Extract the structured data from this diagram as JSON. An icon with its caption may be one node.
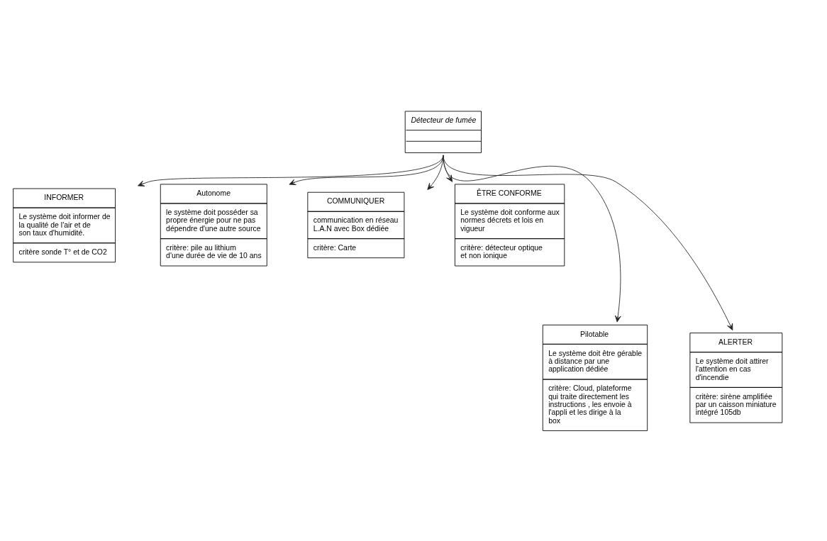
{
  "diagram": {
    "nodes": [
      {
        "text": [
          "Détecteur de fumée"
        ]
      },
      {
        "text": [
          "INFORMER",
          "Le système doit informer de la qualité de l'air et de son taux d'humidité.",
          "critère sonde T° et de CO2"
        ]
      },
      {
        "text": [
          "Autonome",
          "le système doit posséder sa propre énergie pour ne pas dépendre d'une autre source",
          "critère: pile au lithium d'une durée de vie de 10 ans"
        ]
      },
      {
        "text": [
          "COMMUNIQUER",
          "communication en réseau L.A.N avec Box dédiée",
          "critère: Carte"
        ]
      },
      {
        "text": [
          "ÊTRE CONFORME",
          "Le système doit conforme aux normes décrets et lois en vigueur",
          "critère: détecteur optique et non ionique"
        ]
      },
      {
        "text": [
          "Pilotable",
          "Le système doit être gérable à distance par une application dédiée",
          "critère: Cloud, plateforme qui traite directement les instructions , les envoie à l'appli et les dirige à la box"
        ]
      },
      {
        "text": [
          "ALERTER",
          "Le système doit attirer l'attention en cas d'incendie",
          "critère: sirène amplifiée par un caisson miniature intégré 105db"
        ]
      }
    ],
    "edges": [
      {
        "from": 0,
        "to": 1,
        "arrow": "to"
      },
      {
        "from": 0,
        "to": 5,
        "arrow": "to"
      },
      {
        "from": 0,
        "to": 2,
        "arrow": "to"
      },
      {
        "from": 0,
        "to": 6,
        "arrow": "to"
      },
      {
        "from": 0,
        "to": 3,
        "arrow": "to"
      },
      {
        "from": 0,
        "to": 4,
        "arrow": "to"
      }
    ]
  }
}
